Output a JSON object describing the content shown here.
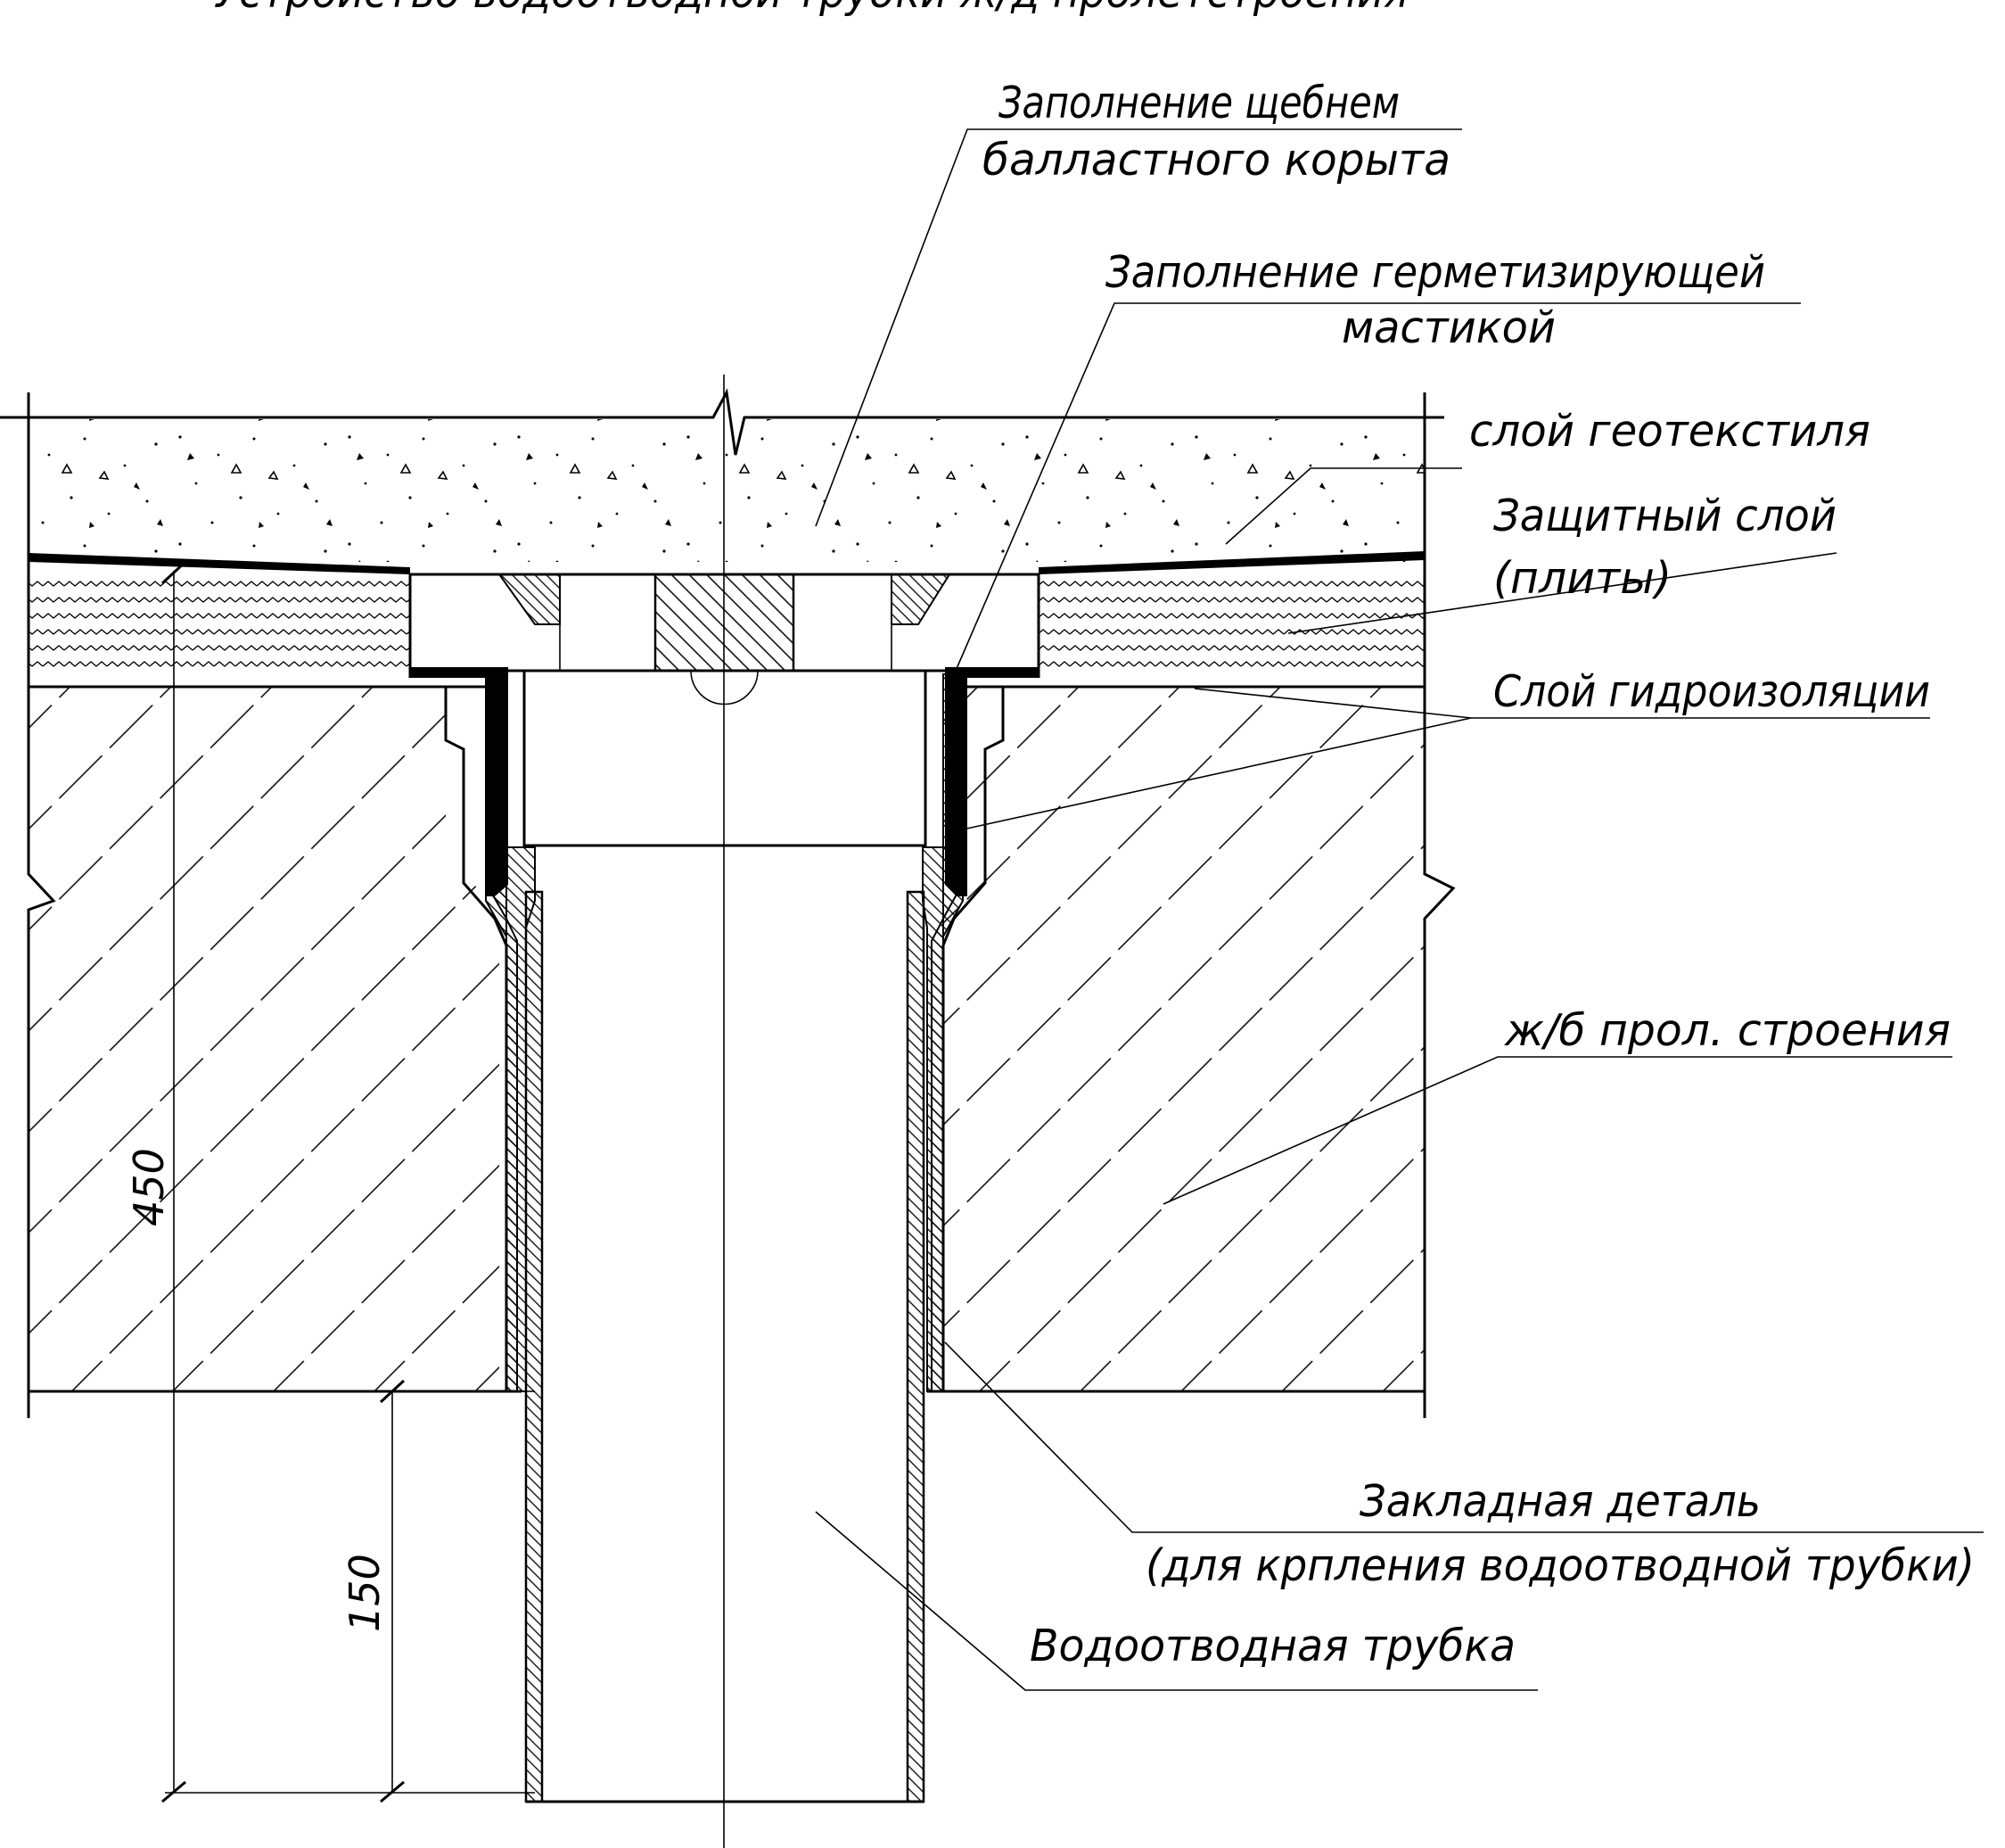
{
  "title": "Устройство водоотводной трубки ж/д пролетстроения",
  "labels": {
    "ballast_fill_1": "Заполнение щебнем",
    "ballast_fill_2": "балластного корыта",
    "mastic_fill_1": "Заполнение герметизирующей",
    "mastic_fill_2": "мастикой",
    "geotextile": "слой геотекстиля",
    "protective_1": "Защитный слой",
    "protective_2": "(плиты)",
    "waterproofing": "Слой гидроизоляции",
    "rc_span": "ж/б прол. строения",
    "embedded_1": "Закладная деталь",
    "embedded_2": "(для крпления водоотводной трубки)",
    "drain_pipe": "Водоотводная трубка"
  },
  "dimensions": {
    "total_height": "450",
    "pipe_projection": "150"
  }
}
